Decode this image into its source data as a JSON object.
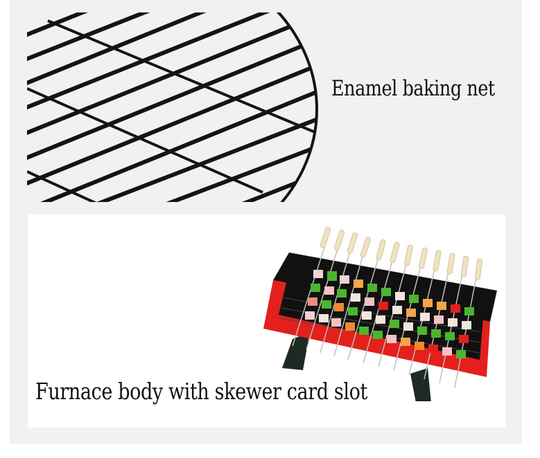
{
  "sections": [
    {
      "caption": "Enamel baking net",
      "image": "round-enamel-grill-grate",
      "colors": {
        "background": "#f2f1f1",
        "wire": "#141414"
      }
    },
    {
      "caption": "Furnace body with skewer card slot",
      "image": "red-bbq-grill-with-skewers",
      "colors": {
        "card": "#ffffff",
        "grill_body": "#e3201c",
        "grill_inner": "#111111",
        "handle": "#efe3c0"
      },
      "skewer_count": 12
    }
  ]
}
